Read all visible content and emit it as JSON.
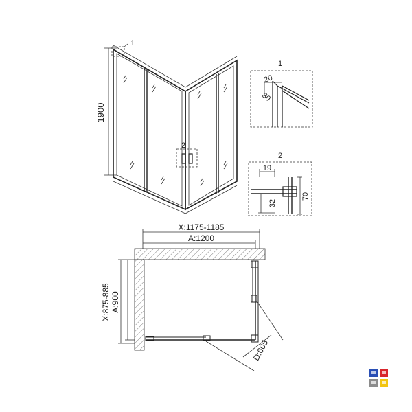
{
  "elevation": {
    "height_label": "1900",
    "callout_1": "1",
    "callout_2": "2"
  },
  "detail_1": {
    "title": "1",
    "dim_a": "20",
    "dim_b": "30"
  },
  "detail_2": {
    "title": "2",
    "dim_top": "19",
    "dim_side": "70",
    "dim_inner": "32"
  },
  "plan": {
    "x_width_label": "X:1175-1185",
    "a_width_label": "A:1200",
    "x_depth_label": "X:875-885",
    "a_depth_label": "A:900",
    "door_label": "D:605"
  },
  "icons": {
    "colors": [
      "#2a4fb5",
      "#d8262c",
      "#8c8c8c",
      "#f2c511"
    ],
    "names": [
      "blue-icon",
      "red-icon",
      "grey-icon",
      "yellow-icon"
    ]
  }
}
